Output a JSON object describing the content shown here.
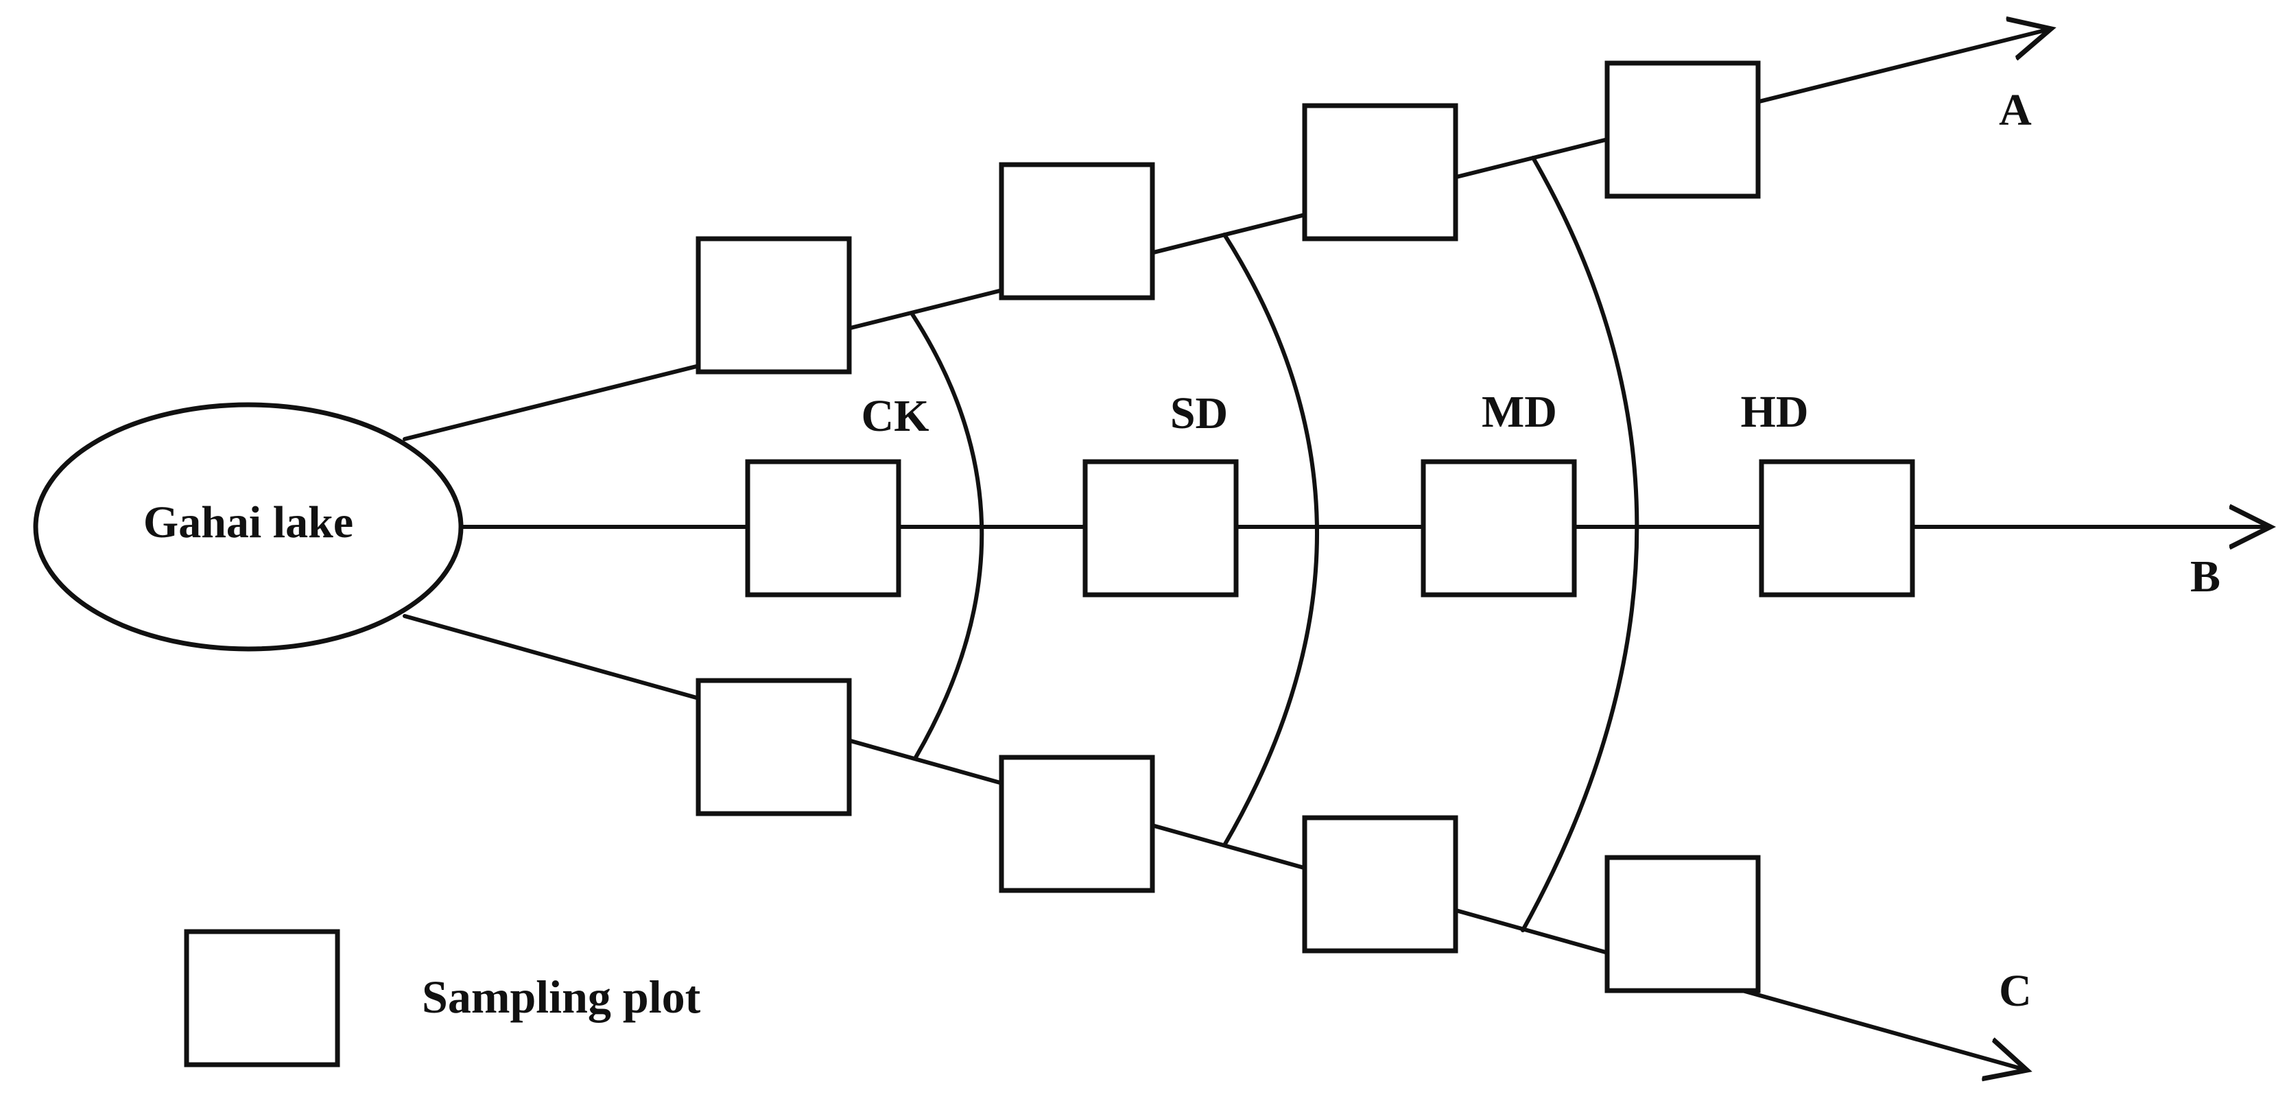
{
  "lake_label": "Gahai lake",
  "zones": [
    "CK",
    "SD",
    "MD",
    "HD"
  ],
  "transects": [
    "A",
    "B",
    "C"
  ],
  "legend": {
    "label": "Sampling plot"
  },
  "colors": {
    "ink": "#111111",
    "background": "#ffffff"
  }
}
